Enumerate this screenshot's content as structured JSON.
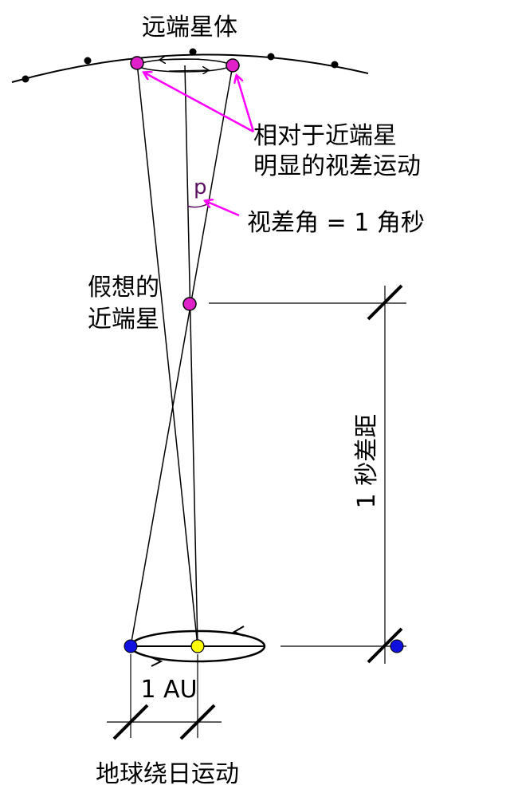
{
  "labels": {
    "distant_stars": "远端星体",
    "apparent_motion_line1": "相对于近端星",
    "apparent_motion_line2": "明显的视差运动",
    "p_symbol": "p",
    "parallax_angle": "视差角 = 1 角秒",
    "near_star_line1": "假想的",
    "near_star_line2": "近端星",
    "distance": "1 秒差距",
    "au": "1 AU",
    "earth_orbit": "地球绕日运动"
  },
  "colors": {
    "star_magenta": "#e020c8",
    "annotation_arrow": "#ff00ff",
    "earth_blue": "#1010e0",
    "sun_yellow": "#ffff00",
    "line": "#000000"
  }
}
